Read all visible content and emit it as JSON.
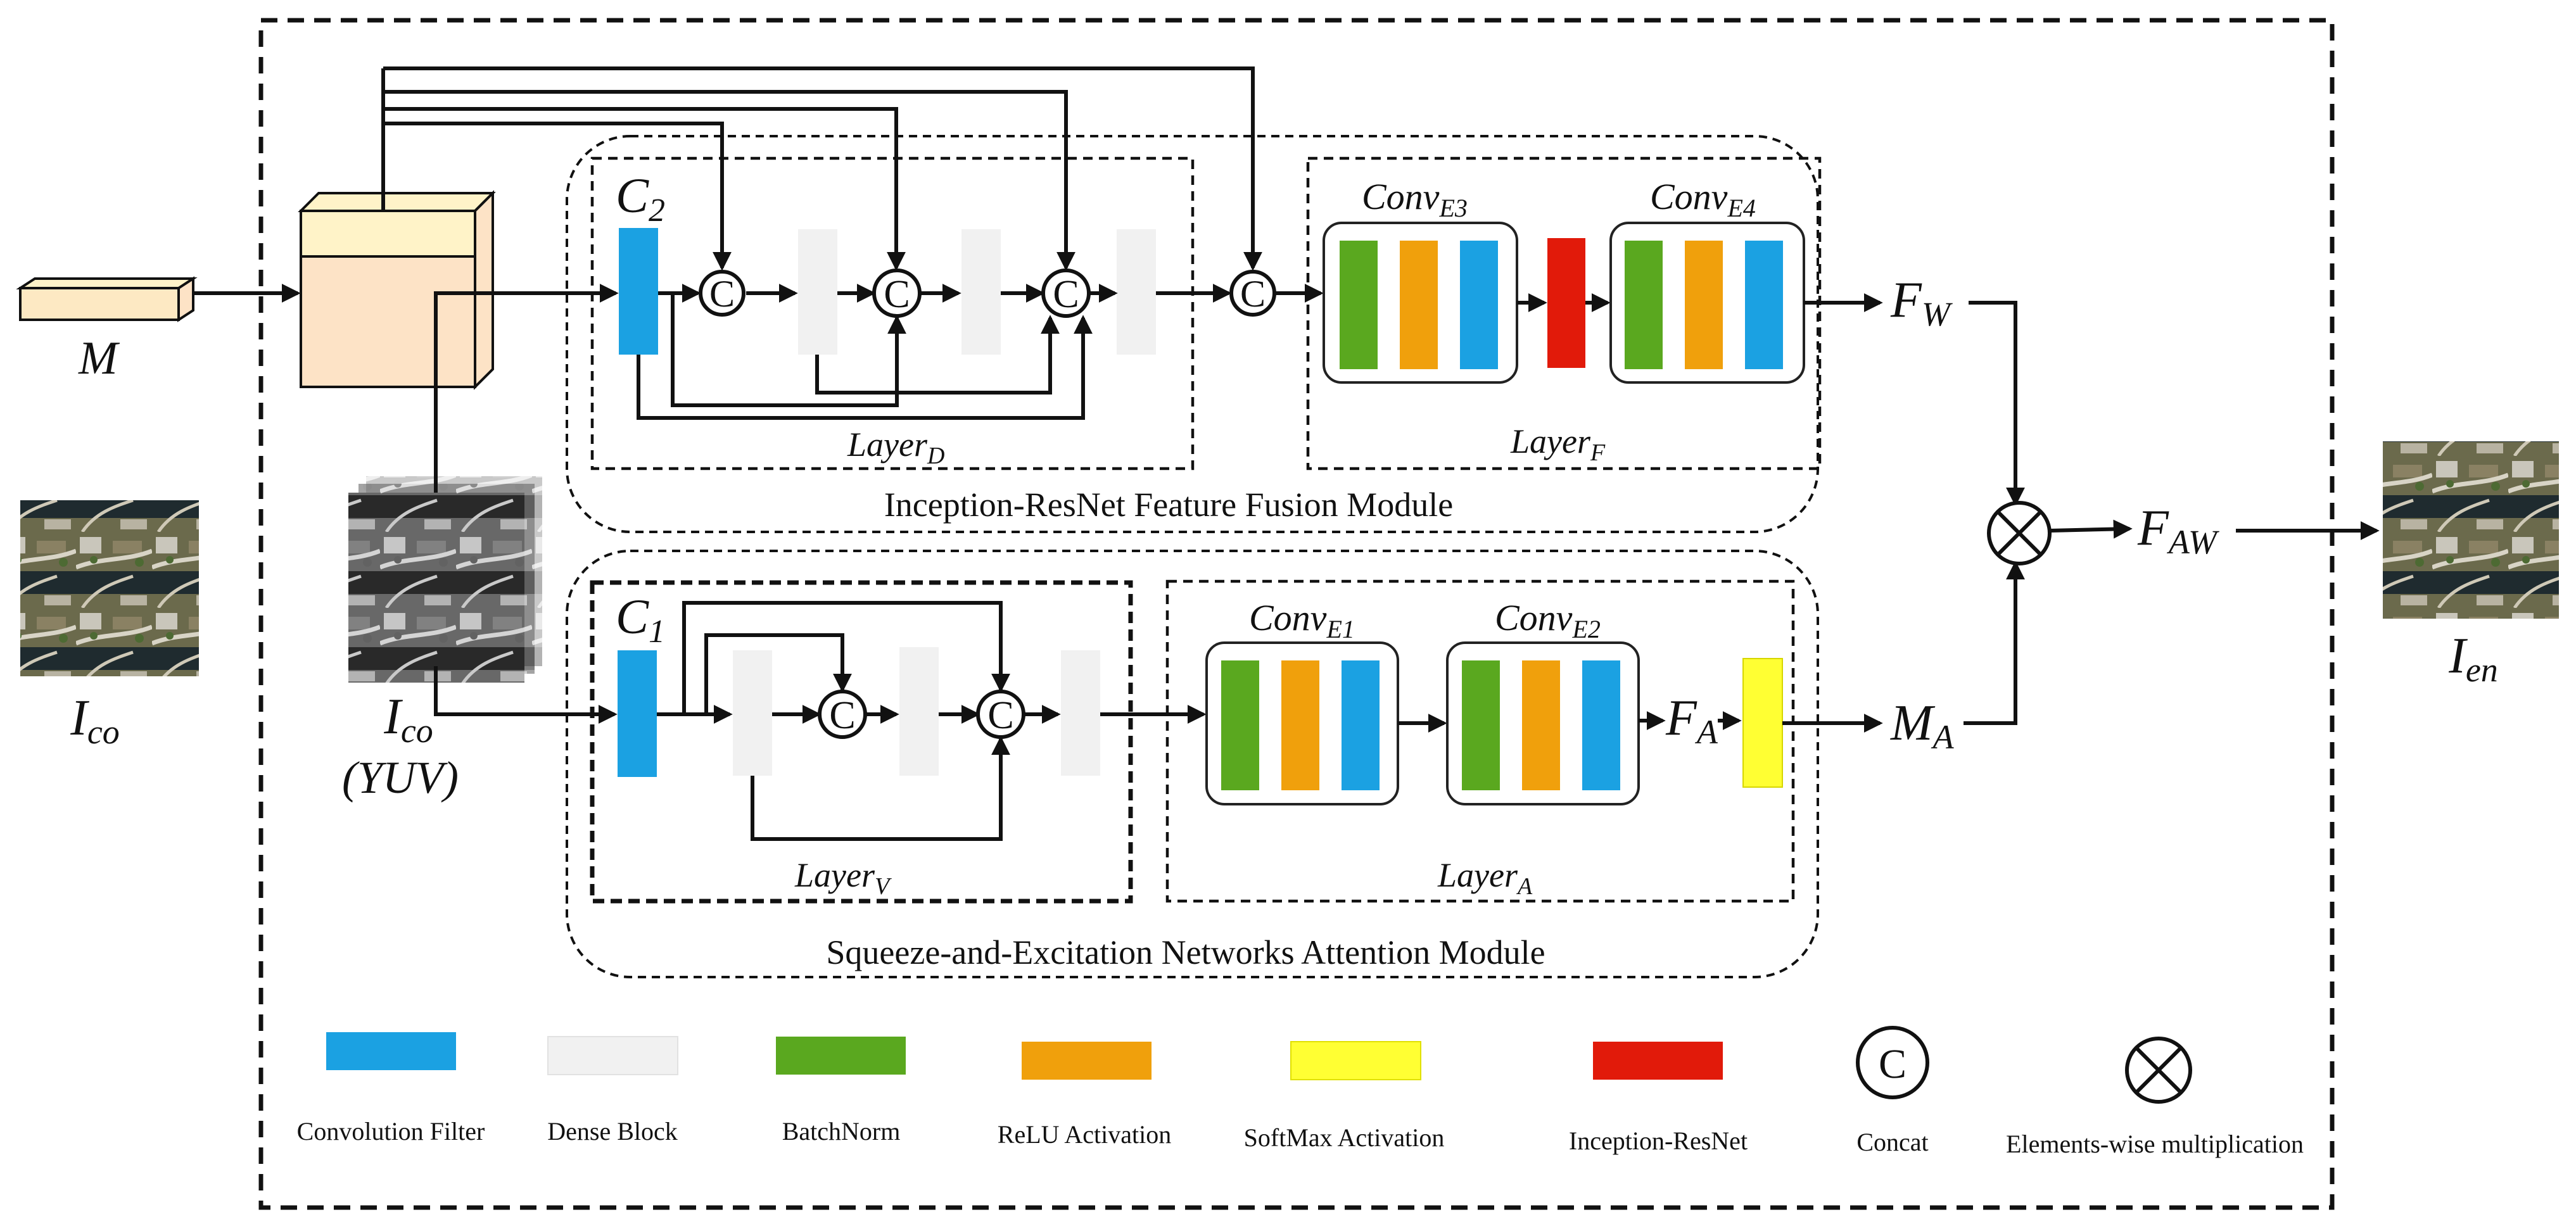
{
  "colors": {
    "conv_filter": "#1ba1e2",
    "dense_block": "#f1f1f1",
    "batchnorm": "#5aa81f",
    "relu": "#f0a00c",
    "softmax": "#ffff33",
    "inception_resnet": "#e11a0a",
    "feature_map": "#fde3c6",
    "feature_map_top": "#fff3c8"
  },
  "inputs": {
    "mask_label": "M",
    "cover_label_base": "I",
    "cover_label_sub": "co",
    "yuv_label_base": "I",
    "yuv_label_sub": "co",
    "yuv_label_suffix": "(YUV)"
  },
  "fusion_module": {
    "title": "Inception-ResNet Feature Fusion Module",
    "c_label_base": "C",
    "c_label_sub": "2",
    "layer_d_base": "Layer",
    "layer_d_sub": "D",
    "layer_f_base": "Layer",
    "layer_f_sub": "F",
    "conv_e3_base": "Conv",
    "conv_e3_sub": "E3",
    "conv_e4_base": "Conv",
    "conv_e4_sub": "E4",
    "concat_symbol": "C"
  },
  "attention_module": {
    "title": "Squeeze-and-Excitation Networks Attention Module",
    "c_label_base": "C",
    "c_label_sub": "1",
    "layer_v_base": "Layer",
    "layer_v_sub": "V",
    "layer_a_base": "Layer",
    "layer_a_sub": "A",
    "conv_e1_base": "Conv",
    "conv_e1_sub": "E1",
    "conv_e2_base": "Conv",
    "conv_e2_sub": "E2",
    "fa_base": "F",
    "fa_sub": "A",
    "concat_symbol": "C"
  },
  "outputs": {
    "fw_base": "F",
    "fw_sub": "W",
    "ma_base": "M",
    "ma_sub": "A",
    "faw_base": "F",
    "faw_sub": "AW",
    "ien_base": "I",
    "ien_sub": "en"
  },
  "legend": [
    {
      "label": "Convolution Filter",
      "swatch": "conv_filter"
    },
    {
      "label": "Dense Block",
      "swatch": "dense_block"
    },
    {
      "label": "BatchNorm",
      "swatch": "batchnorm"
    },
    {
      "label": "ReLU Activation",
      "swatch": "relu"
    },
    {
      "label": "SoftMax Activation",
      "swatch": "softmax"
    },
    {
      "label": "Inception-ResNet",
      "swatch": "inception_resnet"
    },
    {
      "label": "Concat",
      "symbol": "C"
    },
    {
      "label": "Elements-wise multiplication",
      "symbol": "multiply"
    }
  ]
}
